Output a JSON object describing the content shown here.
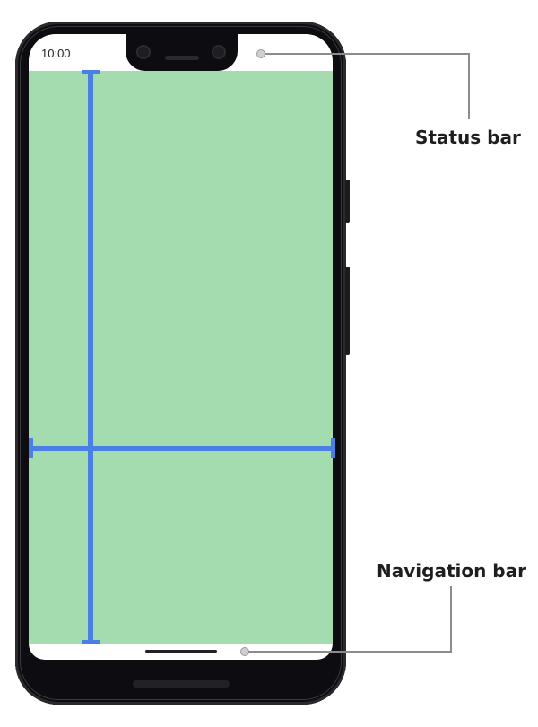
{
  "phone": {
    "status_bar": {
      "time": "10:00"
    },
    "content_color": "#a4dcb0",
    "inset_color": "#4a7fe6"
  },
  "callouts": {
    "status_bar_label": "Status bar",
    "navigation_bar_label": "Navigation bar"
  }
}
